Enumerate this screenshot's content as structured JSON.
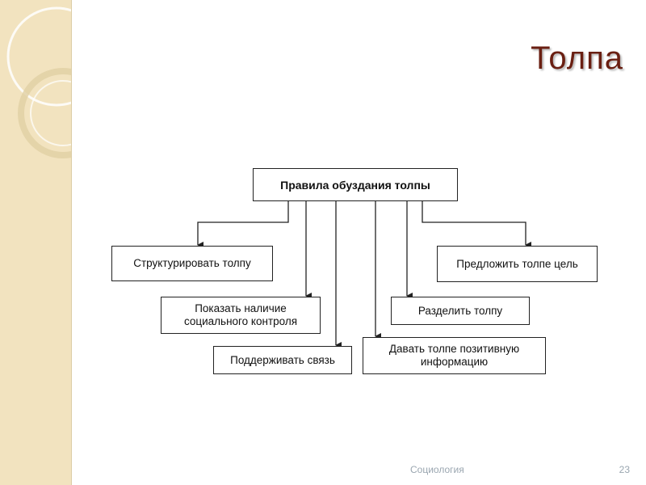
{
  "slide": {
    "title": "Толпа",
    "footer_text": "Социология",
    "page_number": "23"
  },
  "diagram": {
    "root": "Правила обуздания толпы",
    "nodes": [
      "Структурировать толпу",
      "Показать наличие социального контроля",
      "Поддерживать связь",
      "Давать толпе позитивную информацию",
      "Разделить толпу",
      "Предложить толпе цель"
    ]
  },
  "colors": {
    "title": "#6a1f12",
    "side_band": "#f2e3bf",
    "footer": "#9aa6b0"
  }
}
